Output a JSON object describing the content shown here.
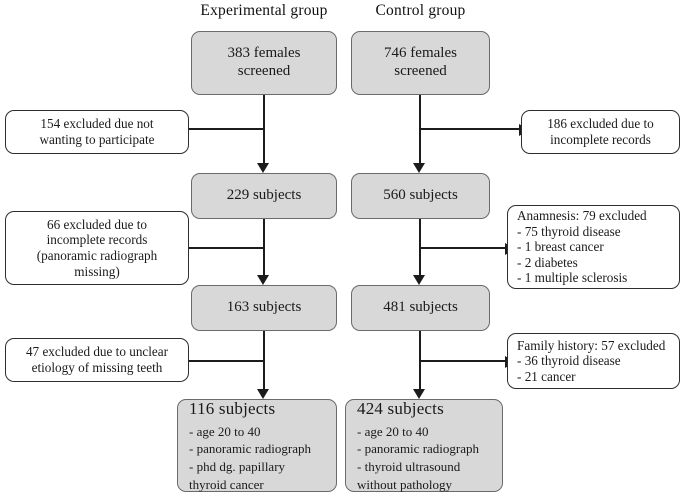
{
  "figure": {
    "type": "flow-diagram",
    "headers": {
      "experimental": "Experimental group",
      "control": "Control group"
    }
  },
  "experimental": {
    "screened": {
      "line1": "383 females",
      "line2": "screened"
    },
    "stage2": {
      "line1": "229 subjects"
    },
    "stage3": {
      "line1": "163 subjects"
    },
    "outcome": {
      "title": "116 subjects",
      "line1": "- age 20 to 40",
      "line2": "- panoramic radiograph",
      "line3": "- phd dg. papillary",
      "line4": "thyroid  cancer"
    }
  },
  "control": {
    "screened": {
      "line1": "746 females",
      "line2": "screened"
    },
    "stage2": {
      "line1": "560 subjects"
    },
    "stage3": {
      "line1": "481 subjects"
    },
    "outcome": {
      "title": "424 subjects",
      "line1": "- age 20 to 40",
      "line2": "- panoramic radiograph",
      "line3": "- thyroid ultrasound",
      "line4": "without pathology"
    }
  },
  "exclusions_left": {
    "first": {
      "line1": "154 excluded due not",
      "line2": "wanting to participate"
    },
    "second": {
      "line1": "66 excluded due to",
      "line2": "incomplete records",
      "line3": "(panoramic radiograph",
      "line4": "missing)"
    },
    "third": {
      "line1": "47 excluded due to unclear",
      "line2": "etiology of missing teeth"
    }
  },
  "exclusions_right": {
    "first": {
      "line1": "186 excluded due to",
      "line2": "incomplete records"
    },
    "second": {
      "line1": "Anamnesis: 79 excluded",
      "line2": "- 75 thyroid disease",
      "line3": "- 1 breast cancer",
      "line4": "- 2 diabetes",
      "line5": "- 1 multiple sclerosis"
    },
    "third": {
      "line1": "Family history: 57 excluded",
      "line2": "- 36 thyroid disease",
      "line3": "- 21 cancer"
    }
  },
  "colors": {
    "node_fill": "#d8d8d8",
    "node_border": "#6a6a6a",
    "white_border": "#2e2e2e",
    "line": "#1c1c1c",
    "background": "#ffffff"
  }
}
